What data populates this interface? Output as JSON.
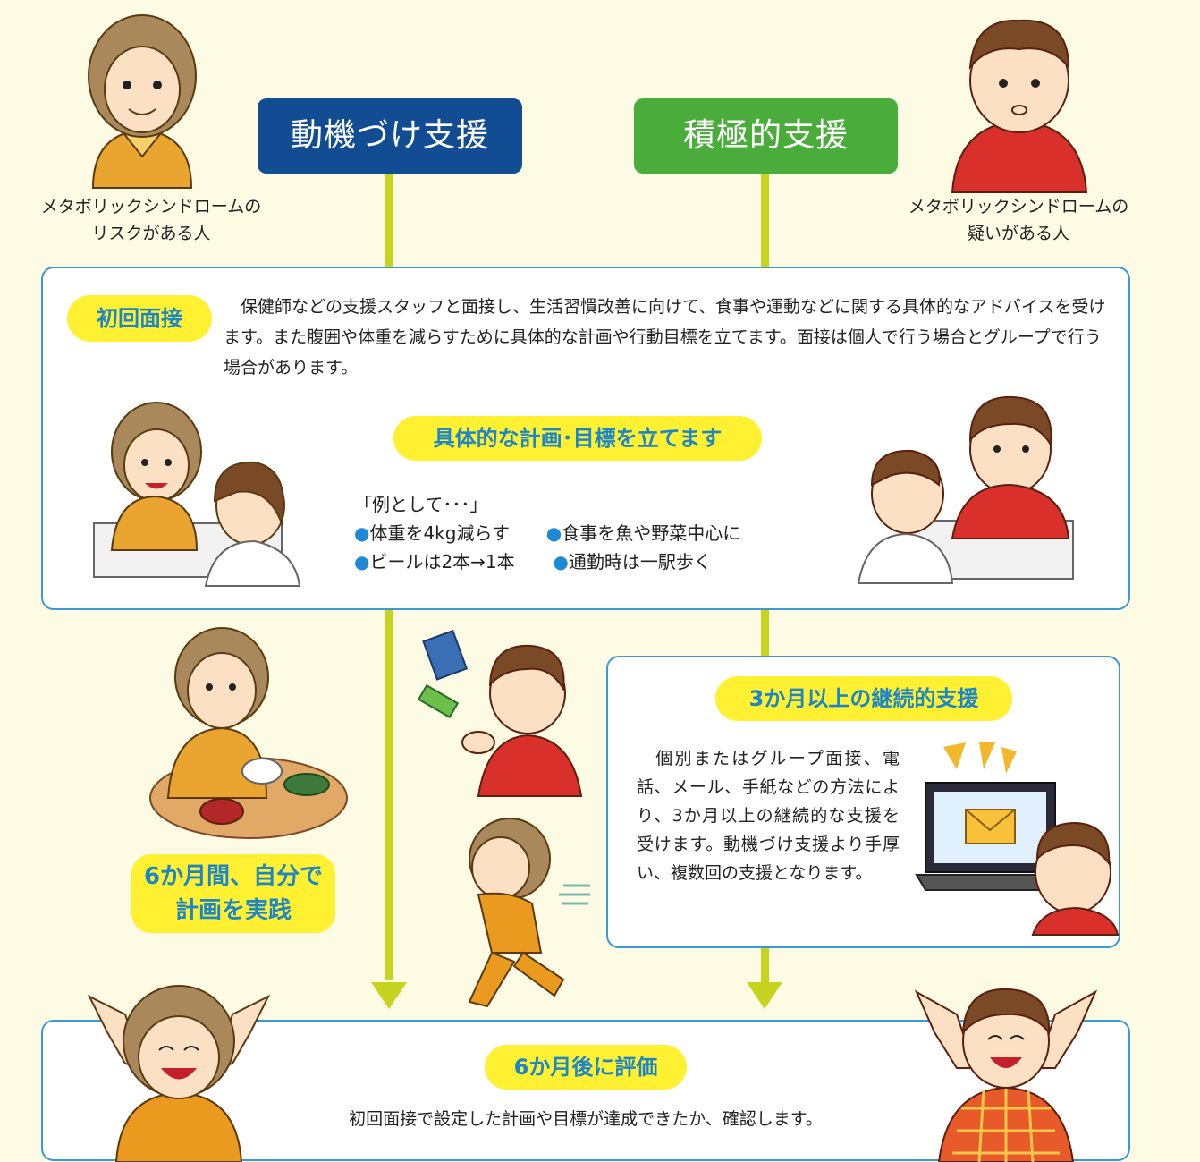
{
  "headers": {
    "motivational": "動機づけ支援",
    "active": "積極的支援"
  },
  "people": {
    "left_caption": [
      "メタボリックシンドロームの",
      "リスクがある人"
    ],
    "right_caption": [
      "メタボリックシンドロームの",
      "疑いがある人"
    ]
  },
  "initial": {
    "label": "初回面接",
    "text": "　保健師などの支援スタッフと面接し、生活習慣改善に向けて、食事や運動などに関する具体的なアドバイスを受けます。また腹囲や体重を減らすために具体的な計画や行動目標を立てます。面接は個人で行う場合とグループで行う場合があります。",
    "plan_label": "具体的な計画･目標を立てます",
    "example_intro": "「例として･･･」",
    "examples": [
      "体重を4kg減らす",
      "食事を魚や野菜中心に",
      "ビールは2本→1本",
      "通勤時は一駅歩く"
    ],
    "bullet": "●"
  },
  "practice": {
    "lines": [
      "6か月間、自分で",
      "計画を実践"
    ]
  },
  "continuous": {
    "label": "3か月以上の継続的支援",
    "text": "　個別またはグループ面接、電話、メール、手紙などの方法により、3か月以上の継続的な支援を受けます。動機づけ支援より手厚い、複数回の支援となります。"
  },
  "evaluation": {
    "label": "6か月後に評価",
    "text": "初回面接で設定した計画や目標が達成できたか、確認します。"
  },
  "colors": {
    "blue_header": "#124c93",
    "green_header": "#4aad3b",
    "connector": "#c6d41f",
    "box_border": "#3b9ad3",
    "pill_bg": "#fff032",
    "pill_text": "#1d86c7"
  }
}
